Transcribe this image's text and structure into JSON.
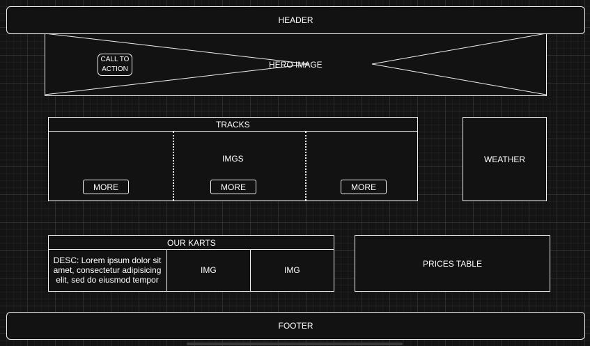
{
  "header": {
    "label": "HEADER"
  },
  "hero": {
    "label": "HERO IMAGE",
    "cta_line1": "CALL TO",
    "cta_line2": "ACTION"
  },
  "tracks": {
    "title": "TRACKS",
    "imgs_label": "IMGS",
    "more_buttons": [
      "MORE",
      "MORE",
      "MORE"
    ]
  },
  "weather": {
    "label": "WEATHER"
  },
  "karts": {
    "title": "OUR KARTS",
    "desc": "DESC: Lorem ipsum dolor sit amet, consectetur adipisicing elit, sed do eiusmod tempor",
    "img_labels": [
      "IMG",
      "IMG"
    ]
  },
  "prices": {
    "label": "PRICES TABLE"
  },
  "footer": {
    "label": "FOOTER"
  }
}
